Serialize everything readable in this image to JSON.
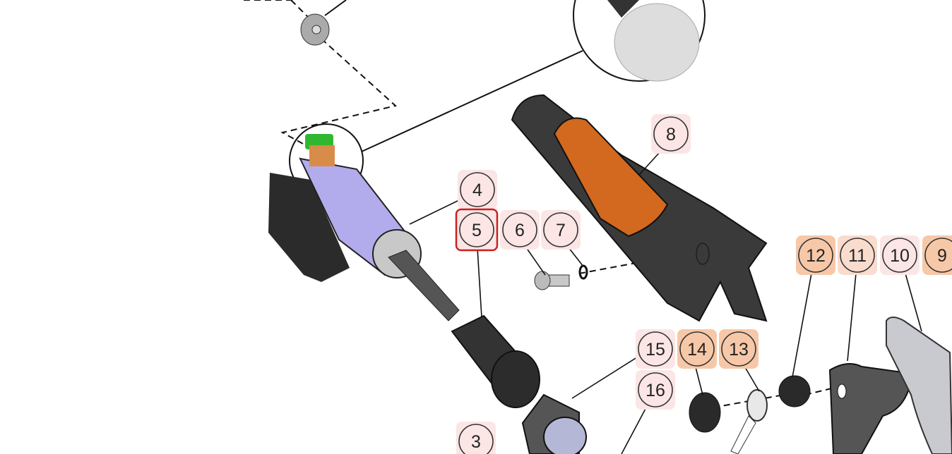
{
  "diagram": {
    "type": "exploded-parts-view",
    "selected_callout": "5",
    "colors": {
      "pink_tag": "#fbe5e5",
      "orange_tag": "#f6c8a8",
      "light_orange_tag": "#f9dccd",
      "selection": "#cc1f1f",
      "housing": "#3a3a3a",
      "grip": "#d2691e",
      "motor": "#b3acec"
    },
    "callouts": [
      {
        "label": "3",
        "tag": "pink"
      },
      {
        "label": "4",
        "tag": "pink"
      },
      {
        "label": "5",
        "tag": "pink",
        "selected": true
      },
      {
        "label": "6",
        "tag": "pink"
      },
      {
        "label": "7",
        "tag": "pink"
      },
      {
        "label": "8",
        "tag": "pink"
      },
      {
        "label": "9",
        "tag": "orange"
      },
      {
        "label": "10",
        "tag": "pink"
      },
      {
        "label": "11",
        "tag": "light_orange"
      },
      {
        "label": "12",
        "tag": "orange"
      },
      {
        "label": "13",
        "tag": "orange"
      },
      {
        "label": "14",
        "tag": "orange"
      },
      {
        "label": "15",
        "tag": "pink"
      },
      {
        "label": "16",
        "tag": "pink"
      }
    ]
  }
}
